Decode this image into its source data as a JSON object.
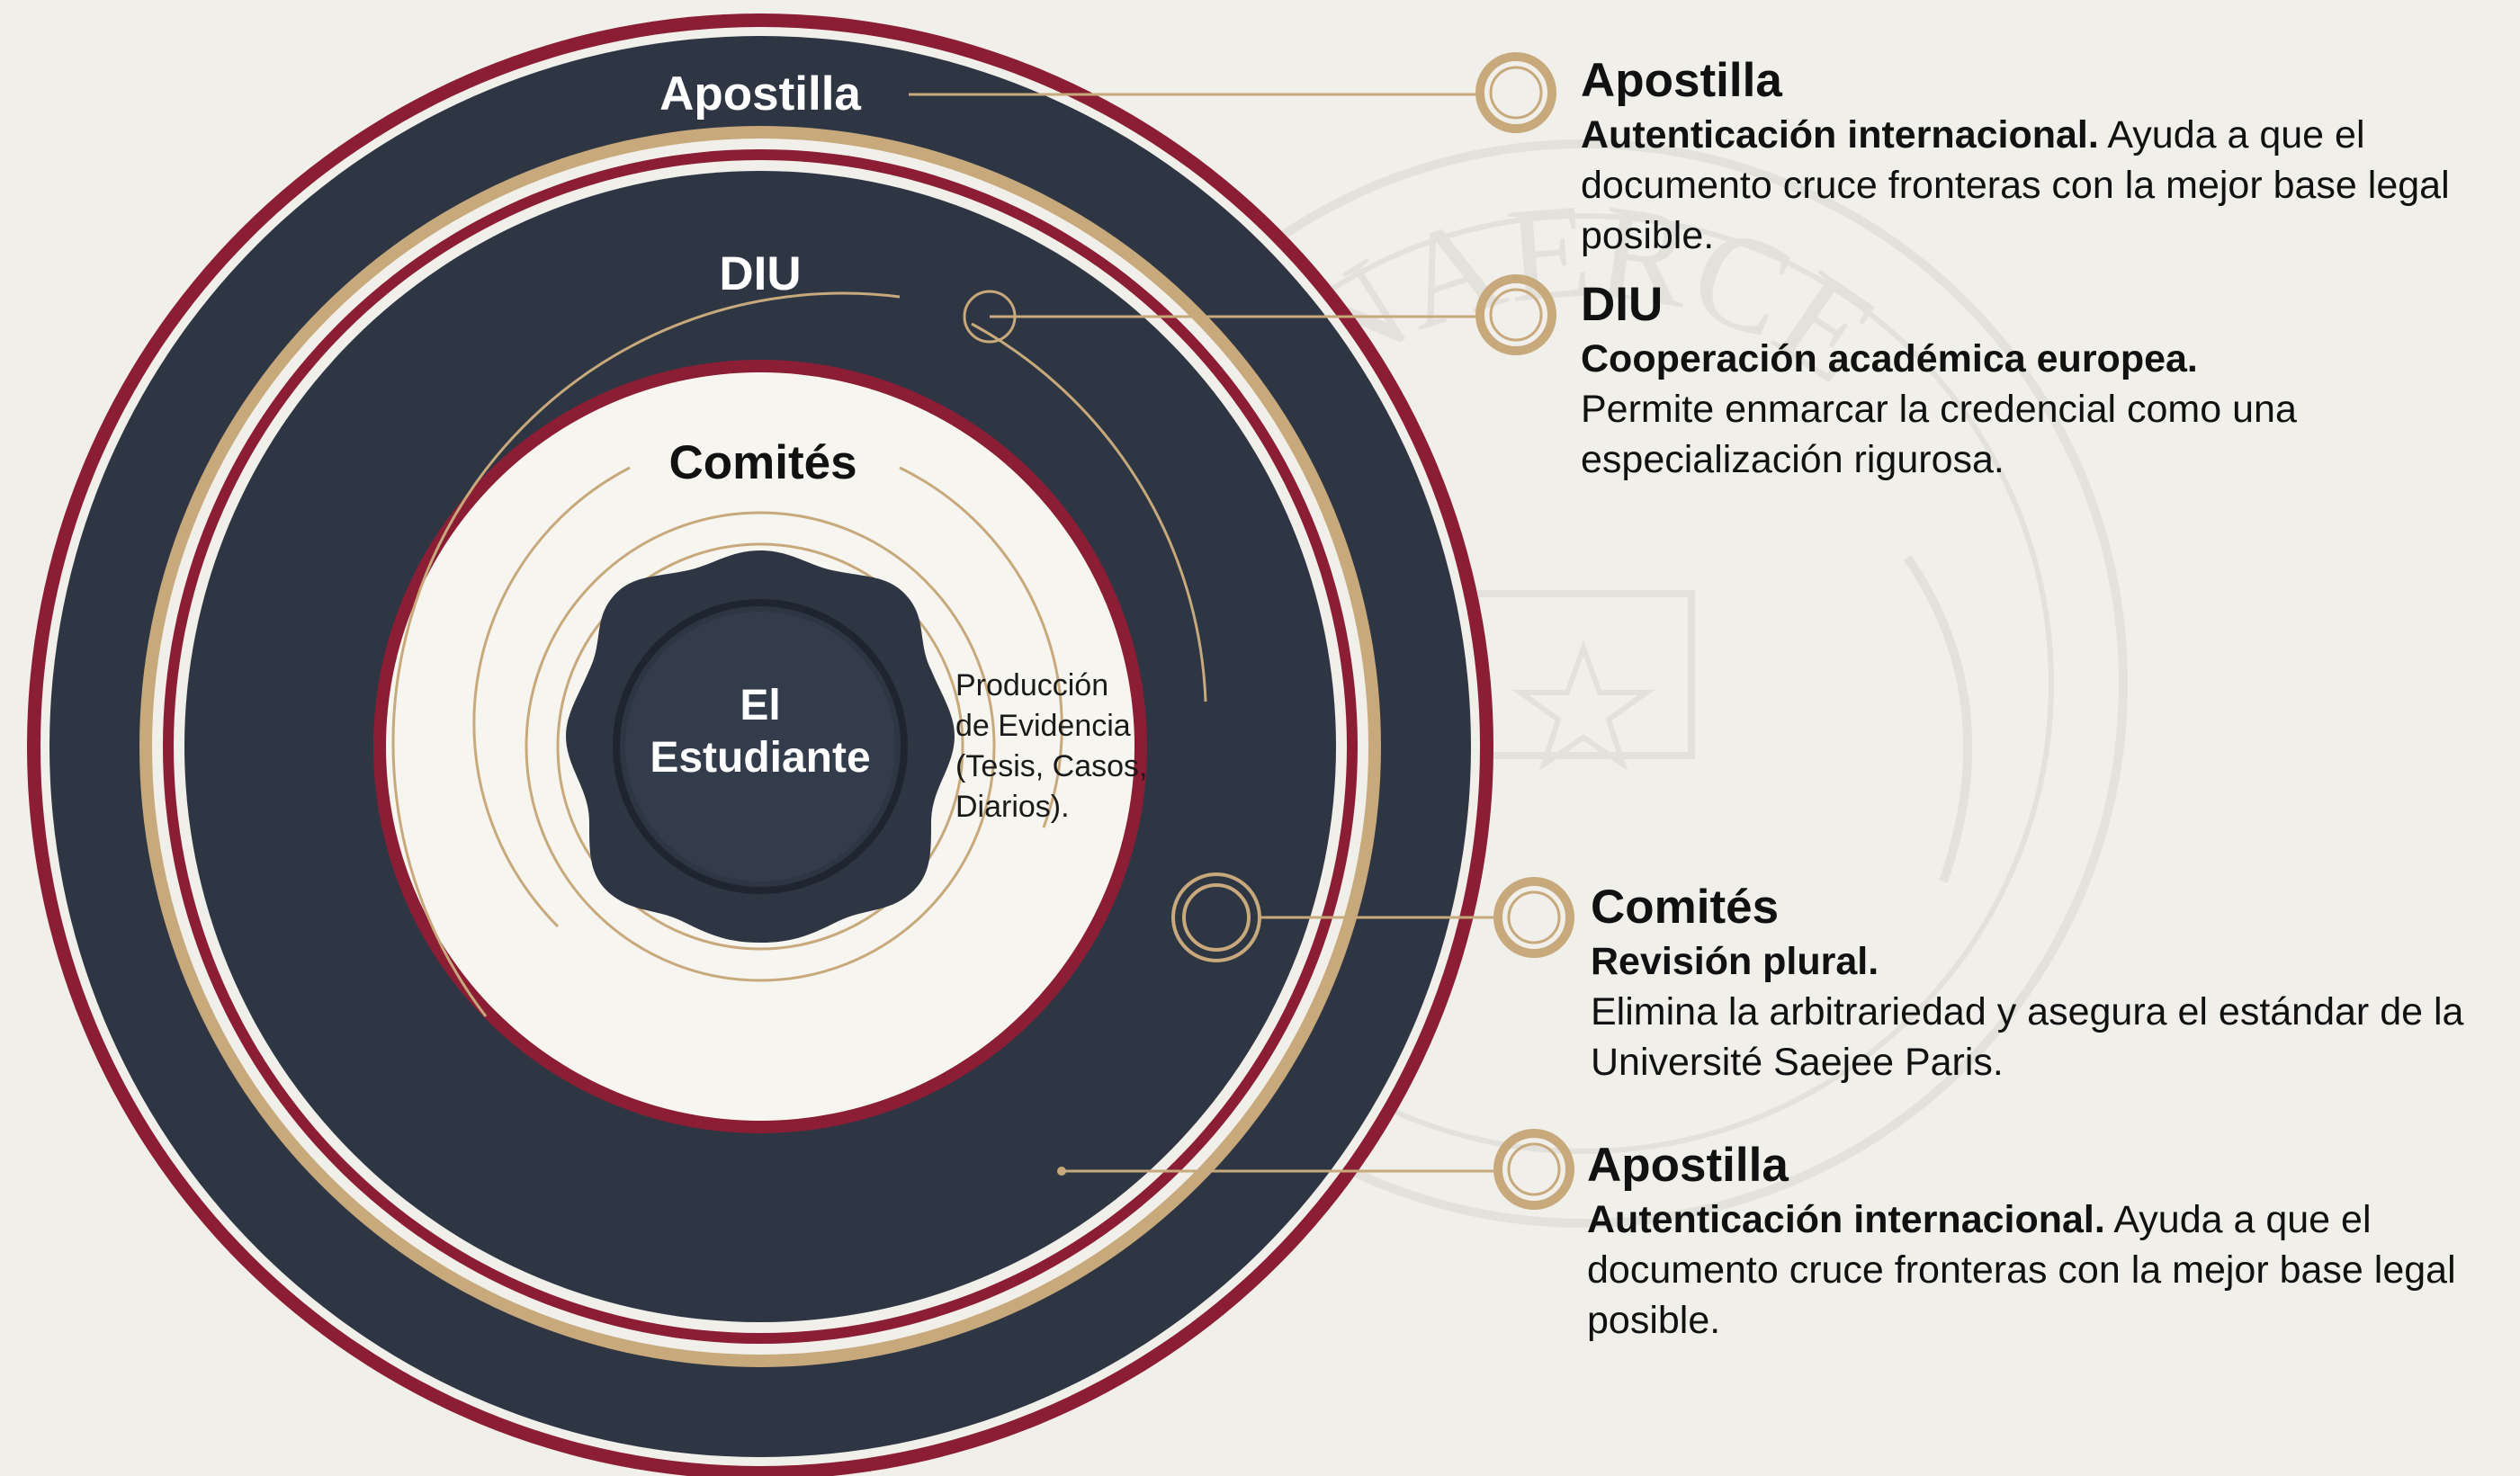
{
  "diagram": {
    "rings": [
      {
        "label": "Apostilla"
      },
      {
        "label": "DIU"
      },
      {
        "label": "Comités"
      }
    ],
    "center": {
      "line1": "El",
      "line2": "Estudiante"
    },
    "evidence_lines": [
      "Producción",
      "de Evidencia",
      "(Tesis, Casos,",
      "Diarios)."
    ],
    "colors": {
      "navy": "#2e3644",
      "crimson": "#8b1e34",
      "gold": "#c7a97c",
      "cream": "#f1efea"
    }
  },
  "callouts": [
    {
      "title": "Apostilla",
      "bold": "Autenticación internacional.",
      "text": " Ayuda a que el documento cruce fronteras con la mejor base legal posible."
    },
    {
      "title": "DIU",
      "bold": "Cooperación académica europea.",
      "text": "Permite enmarcar la credencial como una especialización rigurosa."
    },
    {
      "title": "Comités",
      "bold": "Revisión plural.",
      "text": "Elimina la arbitrariedad y asegura el estándar de la Université Saejee Paris."
    },
    {
      "title": "Apostilla",
      "bold": "Autenticación internacional.",
      "text": " Ayuda a que el documento cruce fronteras con la mejor base legal posible."
    }
  ],
  "watermark": {
    "text": "NAERCE"
  }
}
